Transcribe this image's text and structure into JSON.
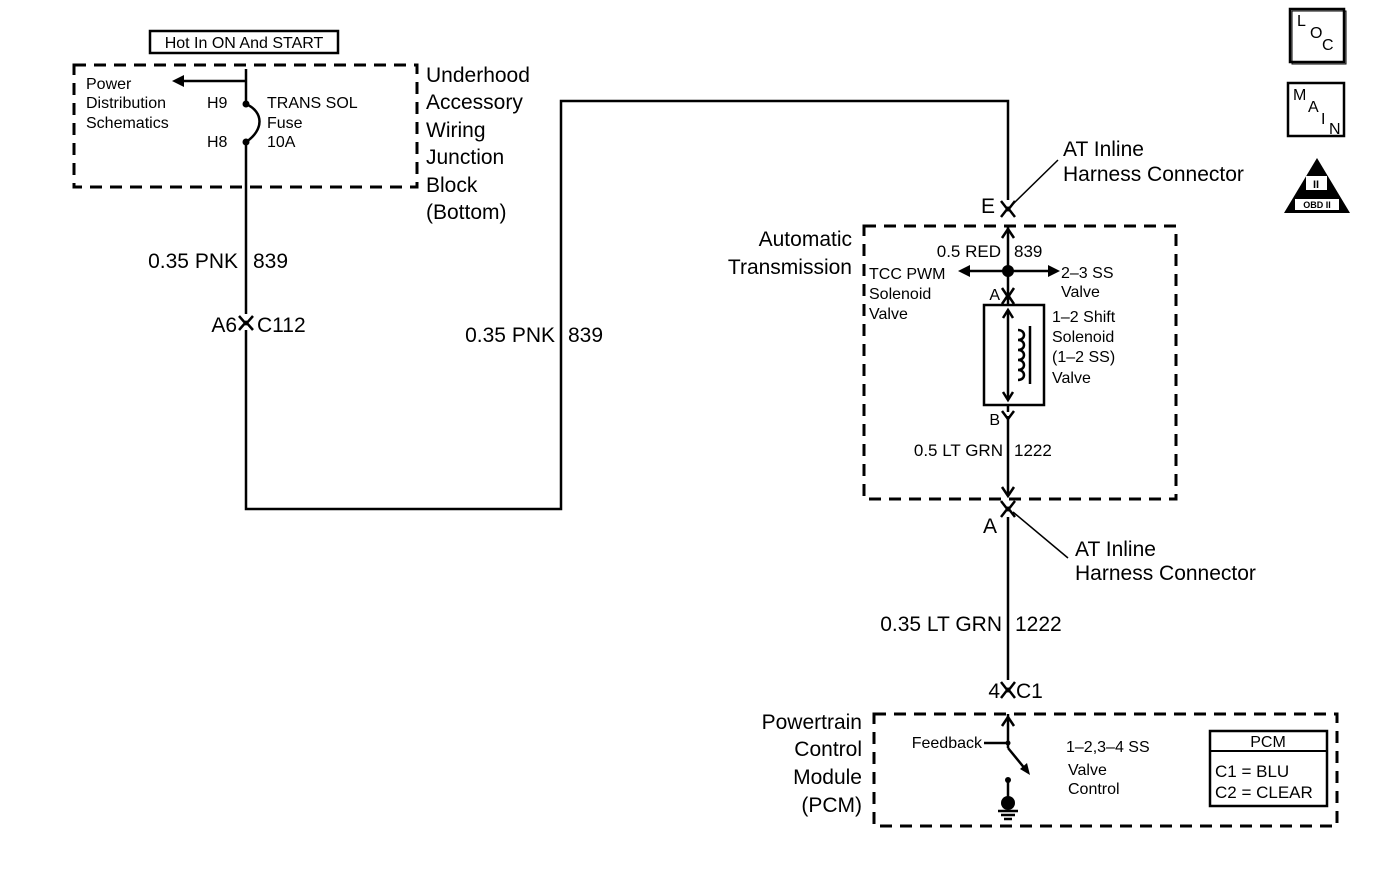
{
  "hot_label": "Hot In ON And START",
  "power_dist": [
    "Power",
    "Distribution",
    "Schematics"
  ],
  "fuse": {
    "pin_top": "H9",
    "pin_bottom": "H8",
    "name": [
      "TRANS  SOL",
      "Fuse",
      "10A"
    ]
  },
  "junction_block": [
    "Underhood",
    "Accessory",
    "Wiring",
    "Junction",
    "Block",
    "(Bottom)"
  ],
  "wire_left": {
    "color": "0.35 PNK",
    "circuit": "839"
  },
  "conn_c112": {
    "pin": "A6",
    "name": "C112"
  },
  "wire_mid": {
    "color": "0.35 PNK",
    "circuit": "839"
  },
  "at_conn_top": {
    "pin": "E",
    "name": [
      "AT Inline",
      "Harness Connector"
    ]
  },
  "auto_trans": [
    "Automatic",
    "Transmission"
  ],
  "wire_red": {
    "color": "0.5 RED",
    "circuit": "839"
  },
  "tcc": [
    "TCC PWM",
    "Solenoid",
    "Valve"
  ],
  "ss23": [
    "2–3 SS",
    "Valve"
  ],
  "sol_pin_a": "A",
  "sol_pin_b": "B",
  "shift_sol": [
    "1–2 Shift",
    "Solenoid",
    "(1–2 SS)",
    "Valve"
  ],
  "wire_grn_small": {
    "color": "0.5 LT GRN",
    "circuit": "1222"
  },
  "at_conn_bottom": {
    "pin": "A",
    "name": [
      "AT Inline",
      "Harness Connector"
    ]
  },
  "wire_grn": {
    "color": "0.35 LT GRN",
    "circuit": "1222"
  },
  "conn_c1": {
    "pin": "4",
    "name": "C1"
  },
  "pcm": [
    "Powertrain",
    "Control",
    "Module",
    "(PCM)"
  ],
  "feedback": "Feedback",
  "valve_ctrl": [
    "1–2,3–4 SS",
    "Valve",
    "Control"
  ],
  "pcm_legend": {
    "title": "PCM",
    "rows": [
      "C1 = BLU",
      "C2 = CLEAR"
    ]
  },
  "icons": {
    "loc": [
      "L",
      "O",
      "C"
    ],
    "main": [
      "M",
      "A",
      "I",
      "N"
    ],
    "obd": {
      "roman": "II",
      "label": "OBD II"
    }
  }
}
